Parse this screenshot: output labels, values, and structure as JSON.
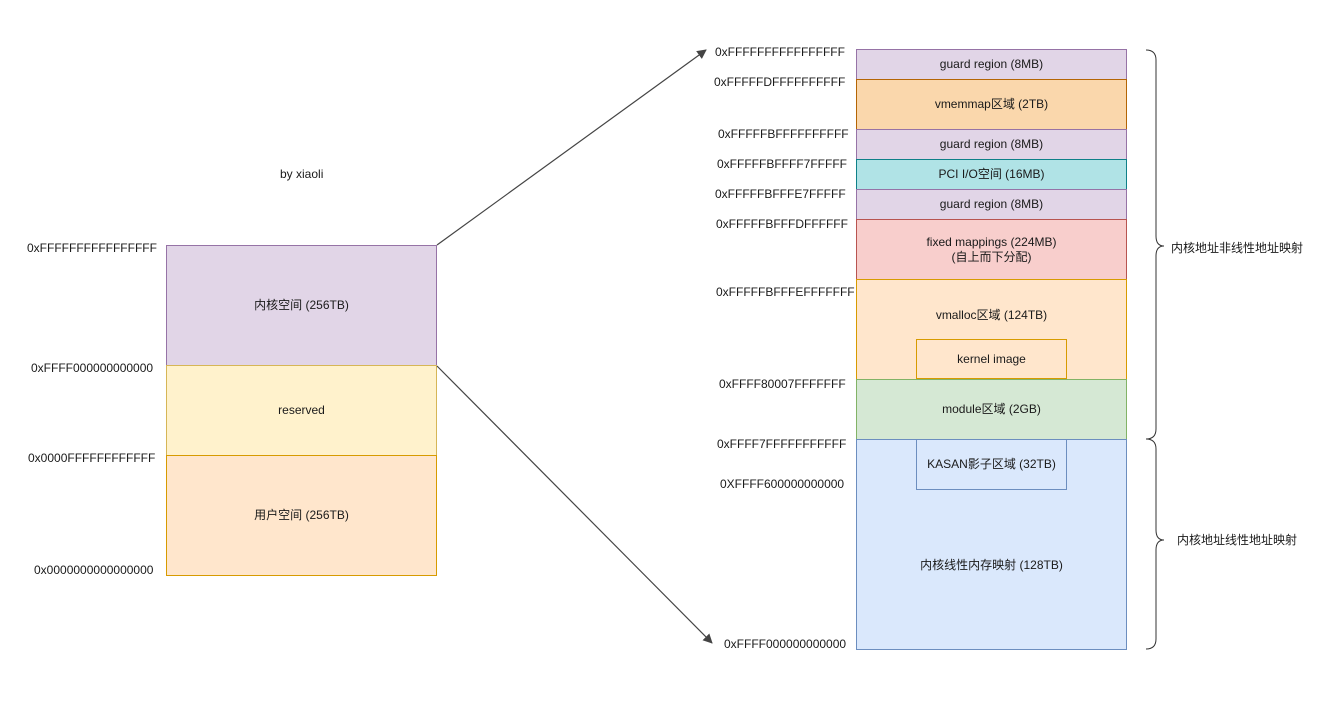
{
  "author": "by xiaoli",
  "left": {
    "addresses": {
      "top": "0xFFFFFFFFFFFFFFFF",
      "kernel_bottom": "0xFFFF000000000000",
      "user_top": "0x0000FFFFFFFFFFFF",
      "bottom": "0x0000000000000000"
    },
    "regions": {
      "kernel": "内核空间 (256TB)",
      "reserved": "reserved",
      "user": "用户空间 (256TB)"
    }
  },
  "right": {
    "addresses": [
      "0xFFFFFFFFFFFFFFFF",
      "0xFFFFFDFFFFFFFFFF",
      "0xFFFFFBFFFFFFFFFF",
      "0xFFFFFBFFFF7FFFFF",
      "0xFFFFFBFFFE7FFFFF",
      "0xFFFFFBFFFDFFFFFF",
      "0xFFFFFBFFFEFFFFFFF",
      "0xFFFF80007FFFFFFF",
      "0xFFFF7FFFFFFFFFFF",
      "0XFFFF600000000000",
      "0xFFFF000000000000"
    ],
    "regions": {
      "guard1": "guard region (8MB)",
      "vmemmap": "vmemmap区域 (2TB)",
      "guard2": "guard region (8MB)",
      "pci_io": "PCI I/O空间 (16MB)",
      "guard3": "guard region (8MB)",
      "fixed_line1": "fixed mappings (224MB)",
      "fixed_line2": "(自上而下分配)",
      "vmalloc": "vmalloc区域 (124TB)",
      "kernel_image": "kernel image",
      "module": "module区域 (2GB)",
      "kasan": "KASAN影子区域 (32TB)",
      "linear": "内核线性内存映射 (128TB)"
    },
    "braces": {
      "nonlinear": "内核地址非线性地址映射",
      "linear": "内核地址线性地址映射"
    }
  },
  "colors": {
    "purple": "#e1d5e7",
    "yellow": "#fff2cc",
    "orange": "#ffe6cc",
    "dark_orange": "#fad7ac",
    "teal": "#b0e3e6",
    "red": "#f8cecc",
    "green": "#d5e8d4",
    "blue": "#dae8fc"
  }
}
